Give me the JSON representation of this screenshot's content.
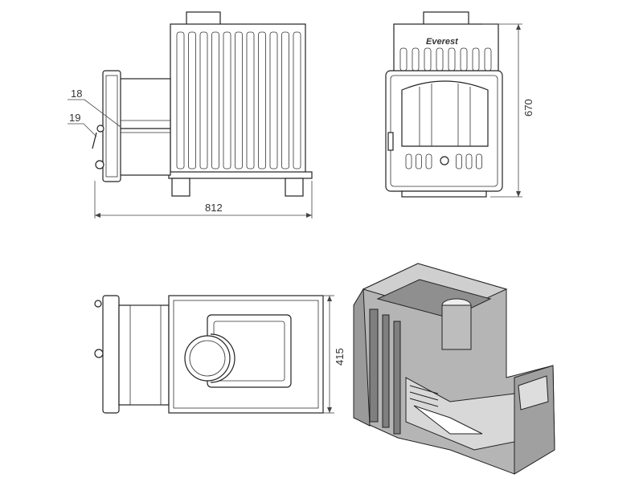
{
  "side_view": {
    "callouts": [
      {
        "label": "18"
      },
      {
        "label": "19"
      }
    ],
    "width_dimension": "812"
  },
  "front_view": {
    "brand": "Everest",
    "height_dimension": "670"
  },
  "top_view": {
    "depth_dimension": "415"
  },
  "colors": {
    "line": "#222222",
    "section_fill": "#9a9a9a",
    "section_light": "#c8c8c8"
  }
}
